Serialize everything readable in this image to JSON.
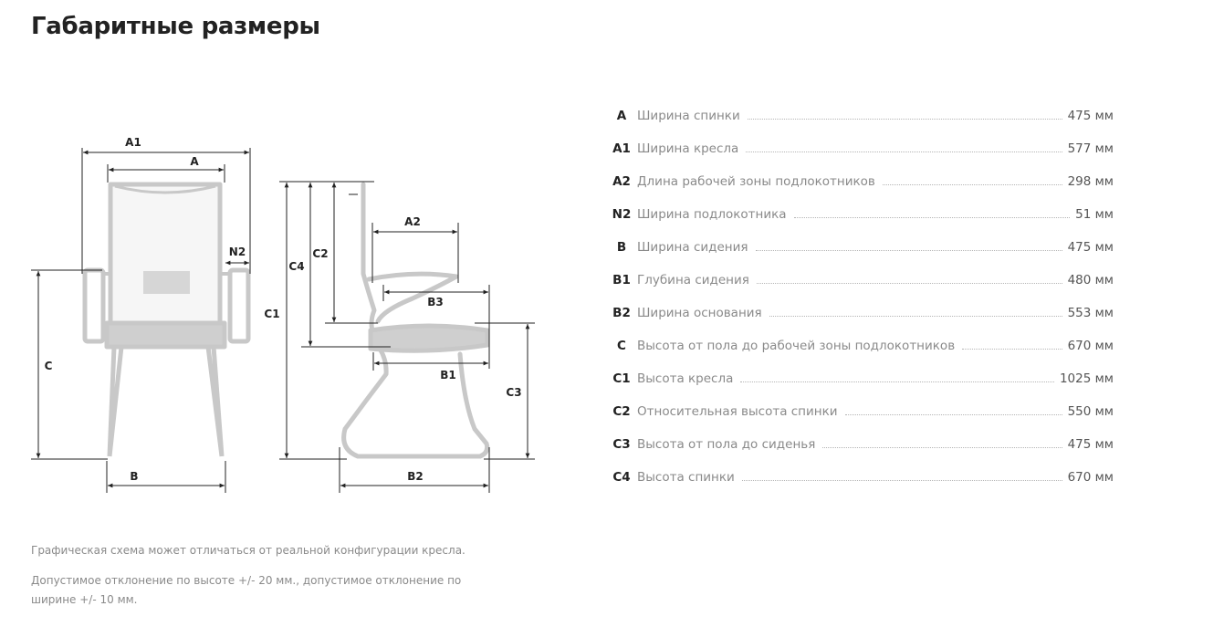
{
  "title": "Габаритные размеры",
  "colors": {
    "chair_stroke": "#c8c8c8",
    "chair_fill": "#e2e2e2",
    "dimension_line": "#222222",
    "label_text": "#8a8a8a"
  },
  "diagram": {
    "labels": {
      "A1": "A1",
      "A": "A",
      "N2": "N2",
      "C": "C",
      "B": "B",
      "C4": "C4",
      "C2": "C2",
      "C1": "C1",
      "A2": "A2",
      "B3": "B3",
      "B1": "B1",
      "C3": "C3",
      "B2": "B2"
    }
  },
  "specs": [
    {
      "code": "A",
      "label": "Ширина спинки",
      "value": "475 мм"
    },
    {
      "code": "A1",
      "label": "Ширина кресла",
      "value": "577 мм"
    },
    {
      "code": "A2",
      "label": "Длина рабочей зоны подлокотников",
      "value": "298 мм"
    },
    {
      "code": "N2",
      "label": "Ширина подлокотника",
      "value": "51 мм"
    },
    {
      "code": "B",
      "label": "Ширина сидения",
      "value": "475 мм"
    },
    {
      "code": "B1",
      "label": "Глубина сидения",
      "value": "480 мм"
    },
    {
      "code": "B2",
      "label": "Ширина основания",
      "value": "553 мм"
    },
    {
      "code": "C",
      "label": "Высота от пола до рабочей зоны подлокотников",
      "value": "670 мм"
    },
    {
      "code": "C1",
      "label": "Высота кресла",
      "value": "1025 мм"
    },
    {
      "code": "C2",
      "label": "Относительная высота спинки",
      "value": "550 мм"
    },
    {
      "code": "C3",
      "label": "Высота от пола до сиденья",
      "value": "475 мм"
    },
    {
      "code": "C4",
      "label": "Высота спинки",
      "value": "670 мм"
    }
  ],
  "notes": [
    "Графическая схема может отличаться от реальной конфигурации кресла.",
    "Допустимое отклонение по высоте +/- 20 мм., допустимое отклонение по ширине +/- 10 мм."
  ]
}
